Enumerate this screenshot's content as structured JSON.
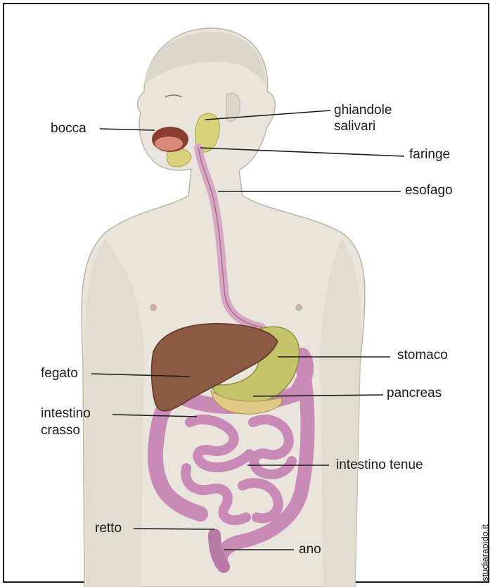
{
  "labels": {
    "bocca": "bocca",
    "ghiandole_line1": "ghiandole",
    "ghiandole_line2": "salivari",
    "faringe": "faringe",
    "esofago": "esofago",
    "stomaco": "stomaco",
    "fegato": "fegato",
    "pancreas": "pancreas",
    "intestino_crasso_line1": "intestino",
    "intestino_crasso_line2": "crasso",
    "intestino_tenue": "intestino tenue",
    "retto": "retto",
    "ano": "ano"
  },
  "watermark": "studiarapido.it",
  "colors": {
    "skin": "#e9e5dc",
    "skin_shadow": "#cfc8bb",
    "liver": "#8c5a42",
    "stomach": "#c4c46a",
    "intestine": "#c98ab8",
    "esophagus": "#d7a7c4",
    "salivary": "#d9d27a",
    "mouth": "#c76c5e"
  }
}
